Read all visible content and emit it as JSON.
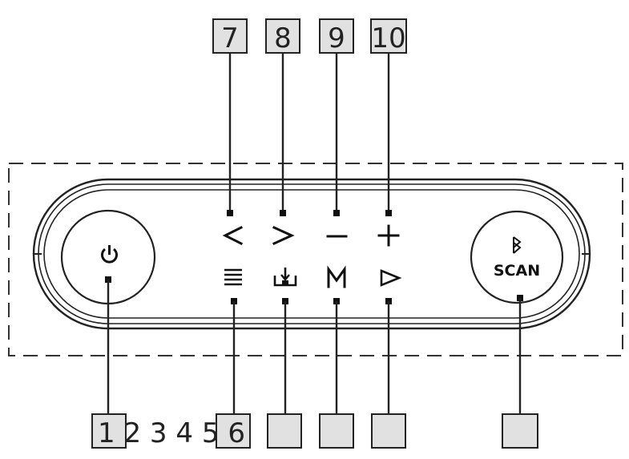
{
  "callouts_top": [
    "7",
    "8",
    "9",
    "10"
  ],
  "callouts_bottom_text": "1 2 3 4 5 6",
  "buttons": {
    "power": {
      "icon": "power-icon"
    },
    "prev": {
      "icon": "chevron-left-icon"
    },
    "next": {
      "icon": "chevron-right-icon"
    },
    "vol_down": {
      "icon": "minus-icon"
    },
    "vol_up": {
      "icon": "plus-icon"
    },
    "menu": {
      "icon": "menu-lines-icon"
    },
    "usb": {
      "icon": "usb-input-icon"
    },
    "mode": {
      "icon": "mode-m-icon"
    },
    "play": {
      "icon": "play-icon"
    },
    "scan": {
      "icon": "bluetooth-icon",
      "label": "SCAN"
    }
  }
}
